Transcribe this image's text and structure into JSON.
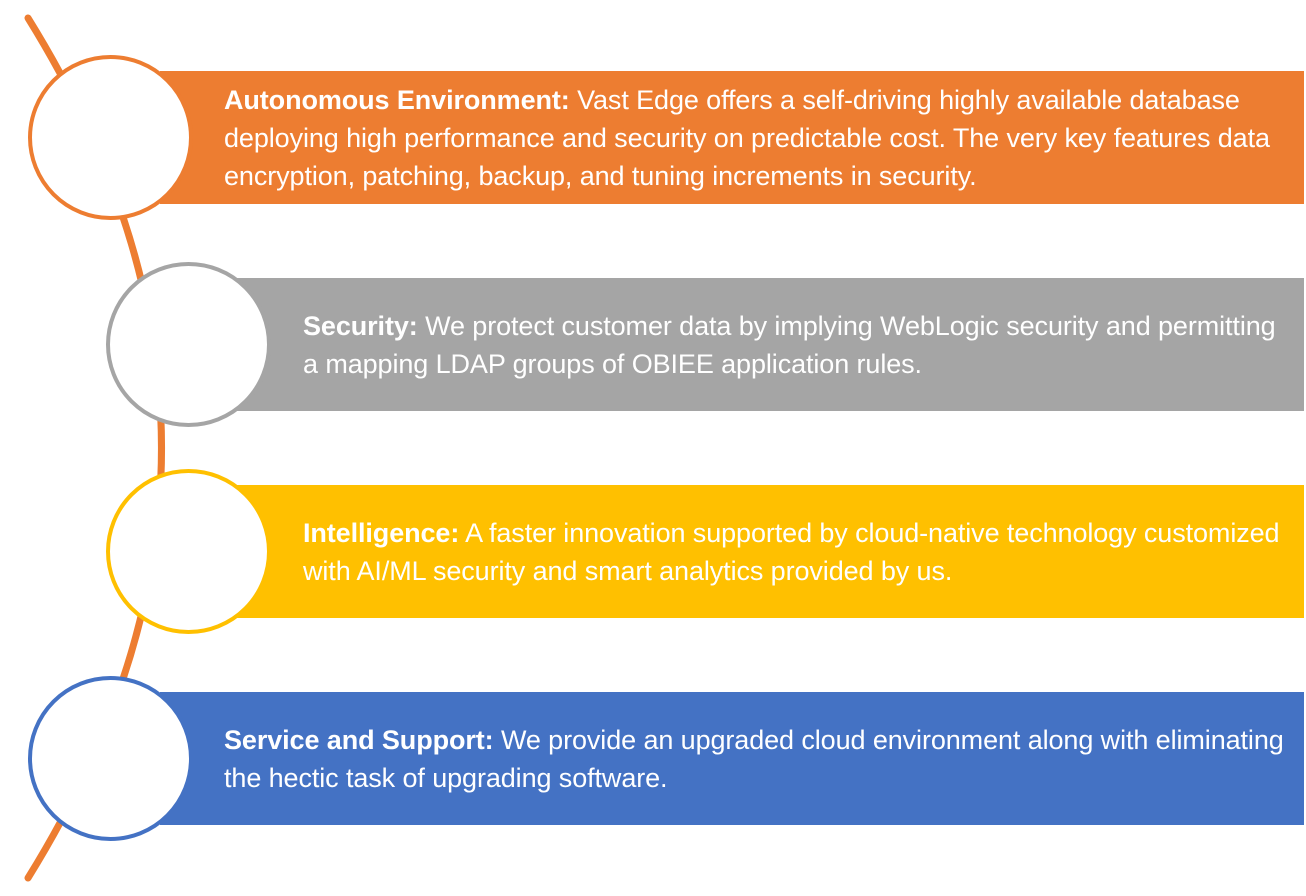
{
  "colors": {
    "arc": "#ED7D31",
    "item_1": "#ED7D31",
    "item_2": "#A5A5A5",
    "item_3": "#FFC000",
    "item_4": "#4472C4"
  },
  "items": [
    {
      "title": "Autonomous Environment:",
      "text": "Vast Edge offers a self-driving highly available database deploying high performance and security on predictable cost. The very key features data encryption, patching, backup, and tuning increments in security."
    },
    {
      "title": "Security:",
      "text": "We protect customer data by implying WebLogic security and permitting a mapping LDAP groups of OBIEE application rules."
    },
    {
      "title": "Intelligence:",
      "text": "A faster innovation supported by cloud-native technology customized with AI/ML security and smart analytics provided by us."
    },
    {
      "title": "Service and Support:",
      "text": "We provide an upgraded cloud environment along with eliminating the hectic task of upgrading software."
    }
  ]
}
